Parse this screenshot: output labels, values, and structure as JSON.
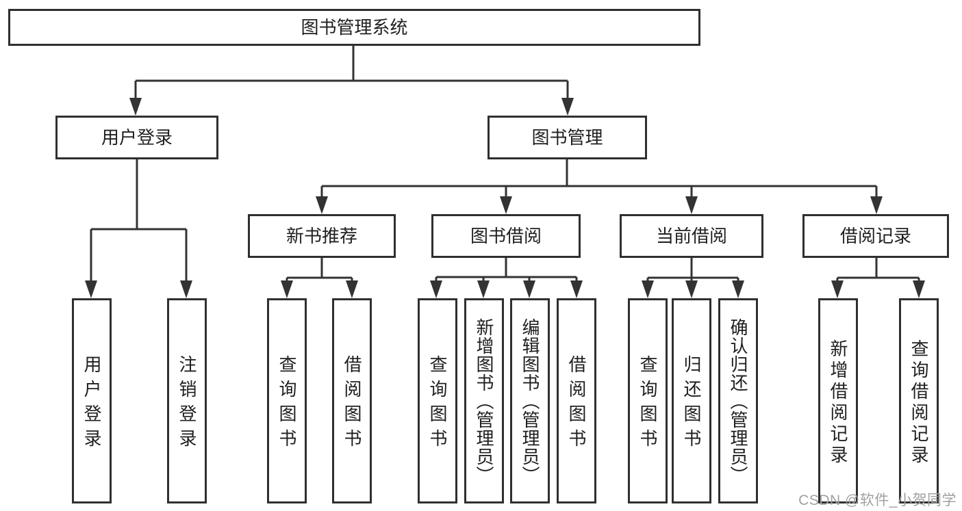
{
  "tree": {
    "label": "图书管理系统",
    "children": [
      {
        "label": "用户登录",
        "children": [
          {
            "label": "用户登录"
          },
          {
            "label": "注销登录"
          }
        ]
      },
      {
        "label": "图书管理",
        "children": [
          {
            "label": "新书推荐",
            "children": [
              {
                "label": "查询图书"
              },
              {
                "label": "借阅图书"
              }
            ]
          },
          {
            "label": "图书借阅",
            "children": [
              {
                "label": "查询图书"
              },
              {
                "label": "新增图书（管理员）"
              },
              {
                "label": "编辑图书（管理员）"
              },
              {
                "label": "借阅图书"
              }
            ]
          },
          {
            "label": "当前借阅",
            "children": [
              {
                "label": "查询图书"
              },
              {
                "label": "归还图书"
              },
              {
                "label": "确认归还（管理员）"
              }
            ]
          },
          {
            "label": "借阅记录",
            "children": [
              {
                "label": "新增借阅记录"
              },
              {
                "label": "查询借阅记录"
              }
            ]
          }
        ]
      }
    ]
  },
  "watermark": {
    "text": "CSDN @软件_小贺同学"
  },
  "colors": {
    "background": "#ffffff",
    "line": "#333333",
    "box_border": "#2f2f2f",
    "text": "#1f1f1f",
    "watermark": "#a0a0a0"
  }
}
